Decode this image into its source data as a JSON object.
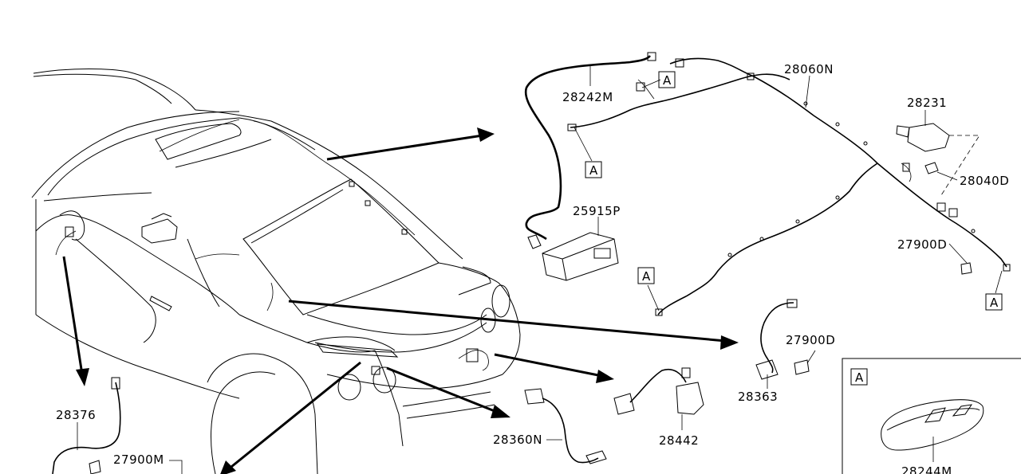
{
  "parts": {
    "p28242M": "28242M",
    "p28060N": "28060N",
    "p28231": "28231",
    "p28040D": "28040D",
    "p25915P": "25915P",
    "p27900D_a": "27900D",
    "p27900D_b": "27900D",
    "p28363": "28363",
    "p28442": "28442",
    "p28360N": "28360N",
    "p28376": "28376",
    "p27900M": "27900M",
    "p28244M": "28244M"
  },
  "callout": "A"
}
